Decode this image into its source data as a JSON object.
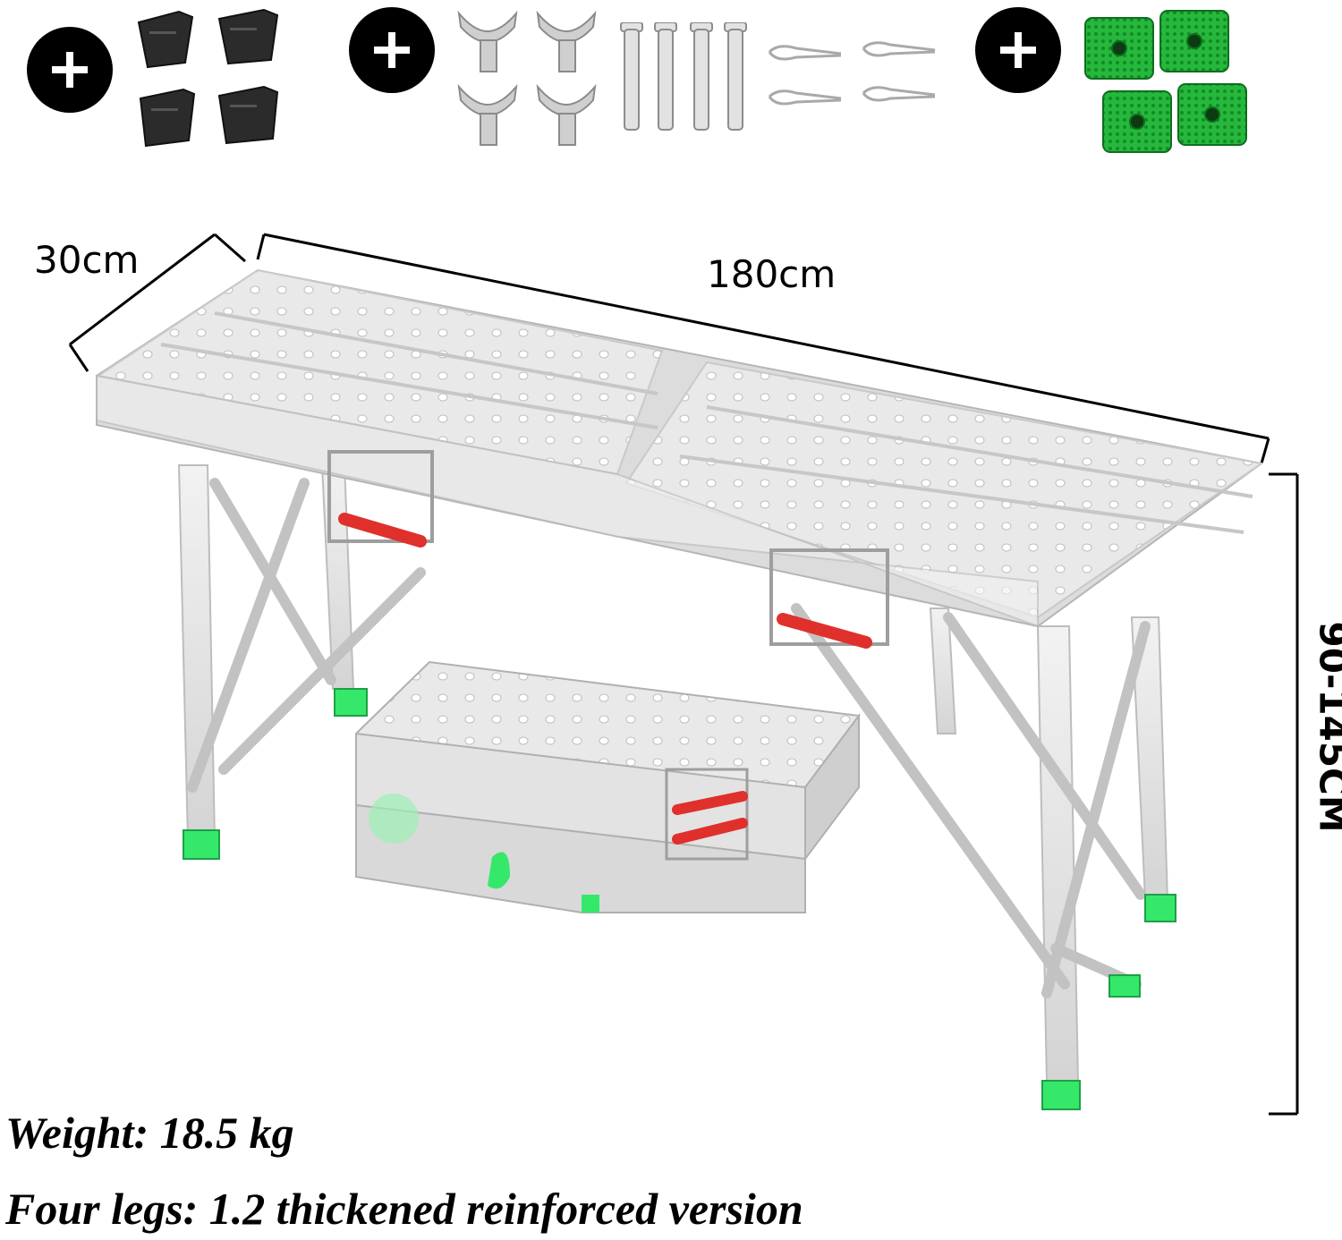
{
  "dimensions": {
    "depth": "30cm",
    "length": "180cm",
    "height": "90-145CM"
  },
  "specs": {
    "weight": "Weight: 18.5 kg",
    "legs": "Four legs: 1.2 thickened reinforced version"
  },
  "accessories": [
    {
      "name": "rubber-foot-caps",
      "count": 4,
      "color": "#2b2b2b"
    },
    {
      "name": "wing-bolts",
      "count": 4,
      "color": "#c8c8c8"
    },
    {
      "name": "pins",
      "count": 4,
      "color": "#d4d4d4"
    },
    {
      "name": "r-clips",
      "count": 4,
      "color": "#bdbdbd"
    },
    {
      "name": "anti-slip-pads",
      "count": 4,
      "color": "#22b43a"
    }
  ],
  "colors": {
    "metal": "#e6e6e6",
    "handle": "#e0302c",
    "foot": "#35e86a"
  }
}
